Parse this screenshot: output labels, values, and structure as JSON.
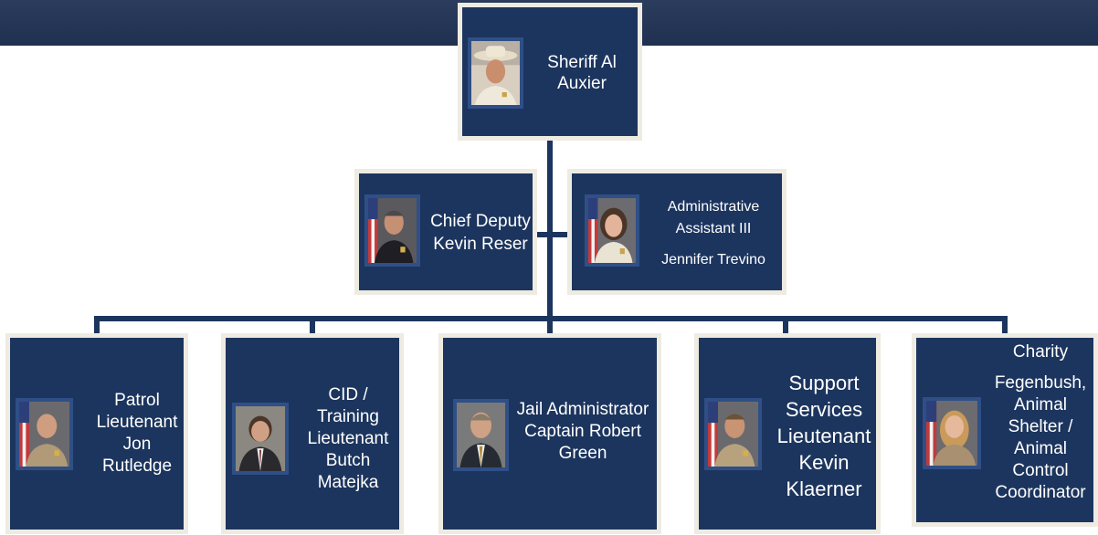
{
  "colors": {
    "card_fill": "#1c355e",
    "card_border": "#eeebe2",
    "connector": "#1c355e",
    "header_band": "#233556"
  },
  "nodes": {
    "sheriff": {
      "name": "Sheriff Al Auxier",
      "photo": "sheriff-portrait"
    },
    "chief_deputy": {
      "name": "Chief Deputy Kevin Reser",
      "photo": "chief-deputy-portrait"
    },
    "admin_assistant": {
      "title": "Administrative Assistant III",
      "name": "Jennifer Trevino",
      "photo": "admin-assistant-portrait"
    },
    "patrol": {
      "name": "Patrol Lieutenant Jon Rutledge",
      "photo": "patrol-portrait"
    },
    "cid": {
      "name": "CID / Training Lieutenant Butch Matejka",
      "photo": "cid-portrait"
    },
    "jail": {
      "name": "Jail Administrator Captain Robert Green",
      "photo": "jail-portrait"
    },
    "support": {
      "name": "Support Services Lieutenant Kevin Klaerner",
      "photo": "support-portrait"
    },
    "animal": {
      "line1": "Charity",
      "line2": "Fegenbush, Animal Shelter / Animal Control Coordinator",
      "photo": "animal-control-portrait"
    }
  }
}
